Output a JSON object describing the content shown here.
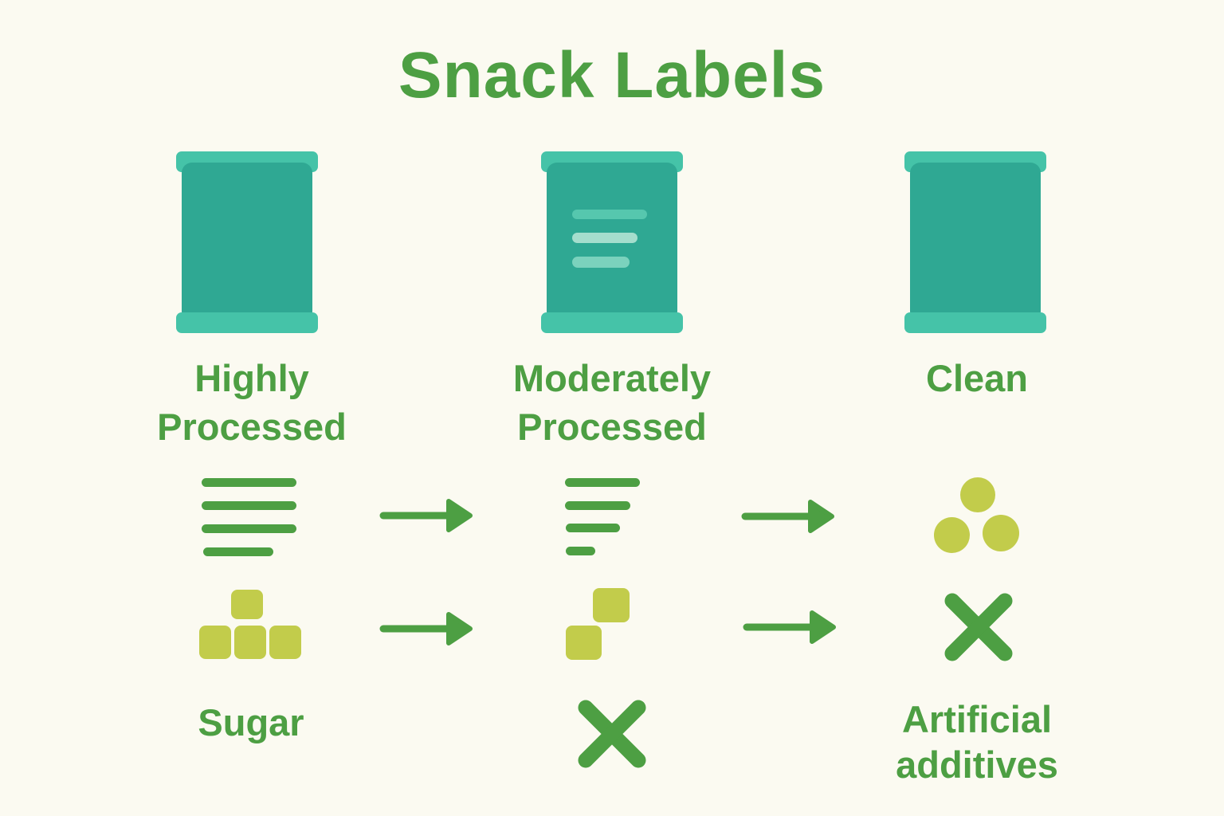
{
  "title": "Snack Labels",
  "colors": {
    "background": "#fbfaf1",
    "green": "#4d9f43",
    "teal_body": "#2fa893",
    "teal_crimp": "#45c3a8",
    "bag_line_1": "#56c7ae",
    "bag_line_2": "#a5decd",
    "bag_line_3": "#7bd2bd",
    "lime": "#c2cc4b"
  },
  "columns": [
    {
      "id": "highly-processed",
      "label_line1": "Highly",
      "label_line2": "Processed",
      "bag_icon": "snack-bag-plain-icon",
      "row1_icon": "ingredient-list-long-icon",
      "row2_icon": "sugar-cubes-four-icon",
      "caption_line1": "Sugar"
    },
    {
      "id": "moderately-processed",
      "label_line1": "Moderately",
      "label_line2": "Processed",
      "bag_icon": "snack-bag-labeled-icon",
      "row1_icon": "ingredient-list-short-icon",
      "row2_icon": "sugar-cubes-two-icon",
      "caption_icon": "x-mark-icon"
    },
    {
      "id": "clean",
      "label_line1": "Clean",
      "bag_icon": "snack-bag-plain-icon",
      "row1_icon": "natural-ingredient-dots-icon",
      "row2_icon": "x-mark-icon",
      "caption_line1": "Artificial",
      "caption_line2": "additives"
    }
  ],
  "arrow_icon": "right-arrow-icon"
}
